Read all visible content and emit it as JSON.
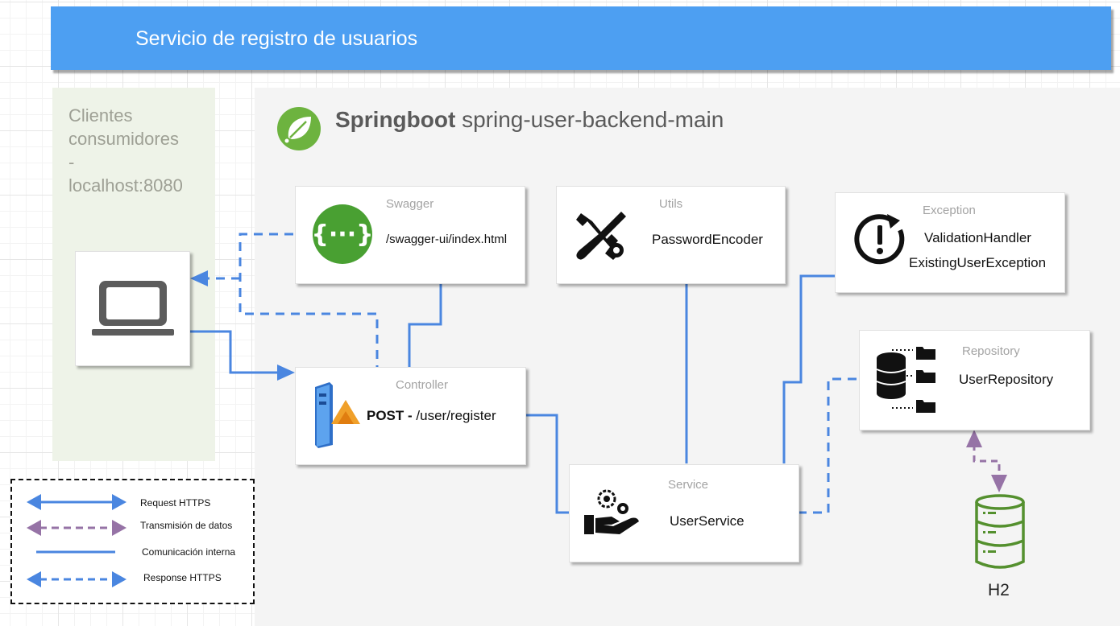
{
  "header": {
    "title": "Servicio de registro de usuarios"
  },
  "clients": {
    "line1": "Clientes",
    "line2": "consumidores",
    "line3": "-",
    "line4": "localhost:8080"
  },
  "springboot": {
    "bold": "Springboot",
    "name": "spring-user-backend-main"
  },
  "swagger": {
    "title": "Swagger",
    "text": "/swagger-ui/index.html"
  },
  "utils": {
    "title": "Utils",
    "text": "PasswordEncoder"
  },
  "exception": {
    "title": "Exception",
    "line1": "ValidationHandler",
    "line2": "ExistingUserException"
  },
  "repository": {
    "title": "Repository",
    "text": "UserRepository"
  },
  "controller": {
    "title": "Controller",
    "text_bold": "POST - ",
    "text": "/user/register"
  },
  "service": {
    "title": "Service",
    "text": "UserService"
  },
  "database": {
    "label": "H2"
  },
  "legend": {
    "items": [
      "Request HTTPS",
      "Transmisión de datos",
      "Comunicación interna",
      "Response HTTPS"
    ]
  },
  "colors": {
    "blue": "#4a86e0",
    "purple": "#9673a6",
    "header": "#4d9ff2",
    "spring_green": "#6db33f",
    "swagger_green": "#49a032",
    "db_green": "#54902e"
  },
  "icons": [
    "spring-logo-icon",
    "swagger-braces-icon",
    "laptop-icon",
    "tools-icon",
    "exception-alert-icon",
    "repository-db-folders-icon",
    "controller-server-icon",
    "service-gears-hand-icon",
    "h2-database-icon"
  ]
}
